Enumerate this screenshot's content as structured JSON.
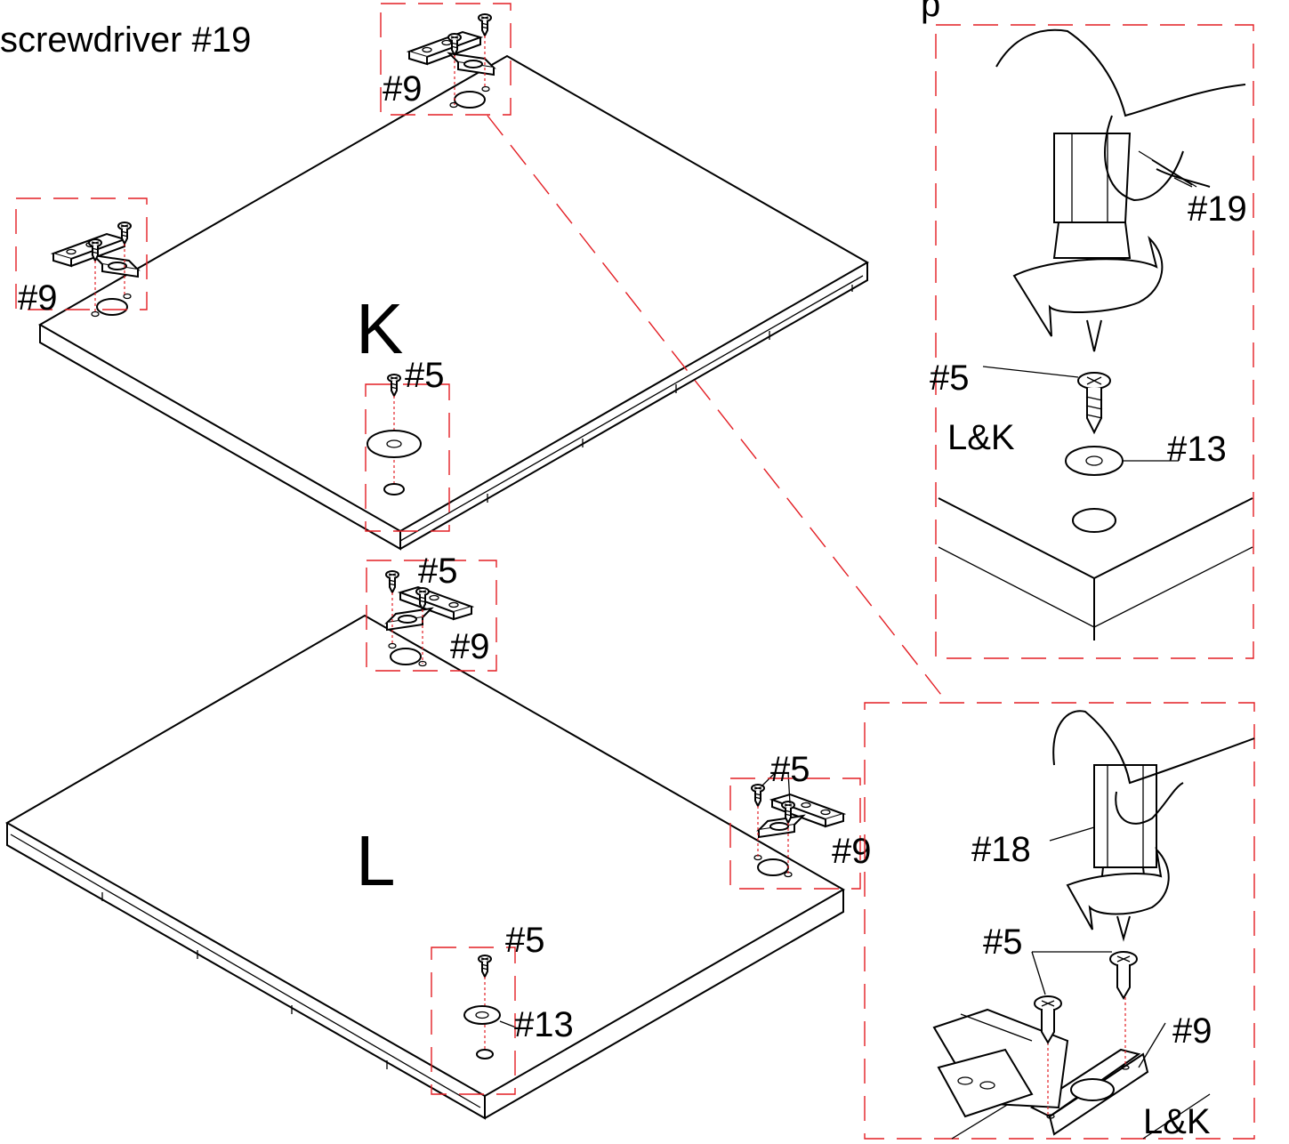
{
  "header": {
    "tool_caption": "screwdriver  #19",
    "top_partial": "p"
  },
  "panels": {
    "k_label": "K",
    "l_label": "L"
  },
  "callouts": {
    "k_hinge_top": "#9",
    "k_hinge_left": "#9",
    "k_screw": "#5",
    "l_hinge_top_screw": "#5",
    "l_hinge_top": "#9",
    "l_hinge_right_screw": "#5",
    "l_hinge_right": "#9",
    "l_screw": "#5",
    "l_washer": "#13"
  },
  "detail_top": {
    "tool": "#19",
    "screw": "#5",
    "panels": "L&K",
    "washer": "#13"
  },
  "detail_bottom": {
    "tool": "#18",
    "screw": "#5",
    "hinge": "#9",
    "panels": "L&K"
  },
  "colors": {
    "outline": "#000000",
    "detail_box": "#e31e24",
    "background": "#ffffff"
  }
}
